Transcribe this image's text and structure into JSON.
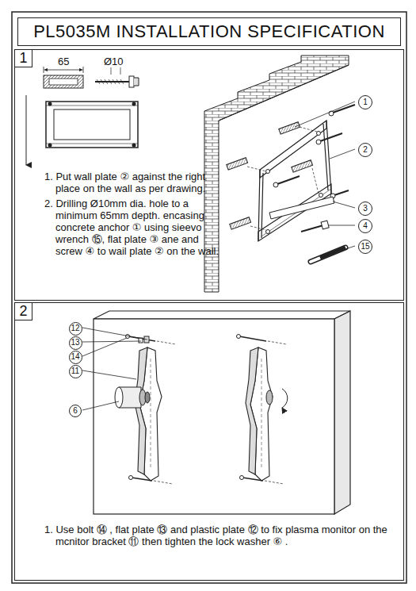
{
  "diagram": {
    "title": "PL5035M INSTALLATION SPECIFICATION",
    "nodes": [
      {
        "text": [
          "1",
          "1. Put wall plate ② against the right place on the wall as per drawing.",
          "2. Drilling Ø10mm dia. hole to a minimum 65mm depth. encasing concrete anchor ① using sieevo wrench ⑮, flat plate ③ ane and screw ④ to wail plate ② on the wall."
        ]
      },
      {
        "text": [
          "1"
        ],
        "in": 0
      },
      {
        "text": [
          "2"
        ],
        "in": 0
      },
      {
        "text": [
          "3"
        ],
        "in": 0
      },
      {
        "text": [
          "4"
        ],
        "in": 0
      },
      {
        "text": [
          "15"
        ],
        "in": 0
      },
      {
        "text": [
          "2",
          "1. Use bolt ⑭ , flat plate ⑬ and plastic plate ⑫ to fix plasma monitor on the mcnitor bracket ⑪ then tighten the lock washer ⑥ ."
        ]
      },
      {
        "text": [
          "12"
        ],
        "in": 6
      },
      {
        "text": [
          "13"
        ],
        "in": 6
      },
      {
        "text": [
          "14"
        ],
        "in": 6
      },
      {
        "text": [
          "11"
        ],
        "in": 6
      },
      {
        "text": [
          "6"
        ],
        "in": 6
      }
    ],
    "labels": [
      "65",
      "Ø10"
    ]
  }
}
